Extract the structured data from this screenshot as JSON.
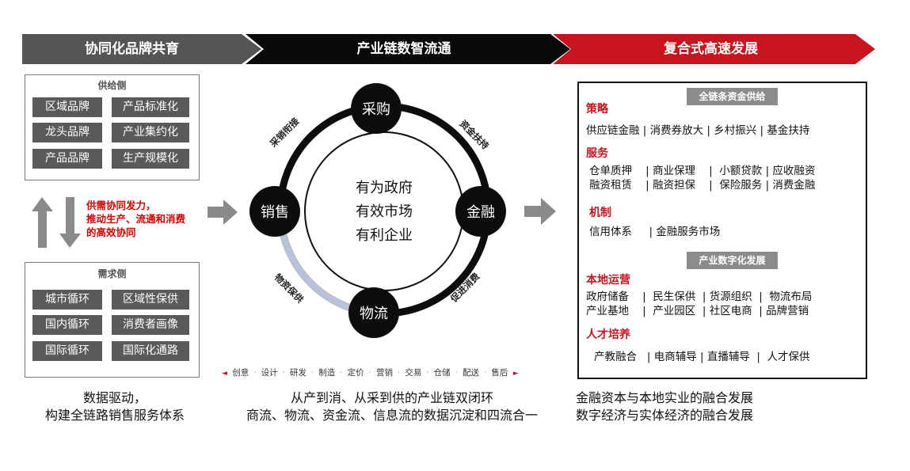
{
  "banners": [
    "协同化品牌共育",
    "产业链数智流通",
    "复合式高速发展"
  ],
  "supply": {
    "title": "供给侧",
    "items": [
      "区域品牌",
      "产品标准化",
      "龙头品牌",
      "产业集约化",
      "产品品牌",
      "生产规模化"
    ]
  },
  "demand": {
    "title": "需求侧",
    "items": [
      "城市循环",
      "区域性保供",
      "国内循环",
      "消费者画像",
      "国际循环",
      "国际化通路"
    ]
  },
  "middle_text": [
    "供需协同发力，",
    "推动生产、流通和消费",
    "的高效协同"
  ],
  "cycle": {
    "nodes": [
      "采购",
      "金融",
      "物流",
      "销售"
    ],
    "center": [
      "有为政府",
      "有效市场",
      "有利企业"
    ],
    "arc_labels": [
      "采销衔接",
      "资金扶持",
      "促进消费",
      "物资保供"
    ]
  },
  "process": [
    "创意",
    "设计",
    "研发",
    "制造",
    "定价",
    "营销",
    "交易",
    "仓储",
    "配送",
    "售后"
  ],
  "right": {
    "head1": "全链条资金供给",
    "sec_strategy": "策略",
    "strategy_line": "供应链金融 | 消费券放大 | 乡村振兴 | 基金扶持",
    "sec_service": "服务",
    "service_line1": "仓单质押    | 商业保理    |  小额贷款 | 应收融资",
    "service_line2": "融资租赁    | 融资担保    |  保险服务 | 消费金融",
    "sec_mechanism": "机制",
    "mechanism_line": "信用体系     | 金融服务市场",
    "head2": "产业数字化发展",
    "sec_local": "本地运营",
    "local_line1": "政府储备    |  民生保供  | 货源组织  |  物流布局",
    "local_line2": "产业基地    |  产业园区  | 社区电商  | 品牌营销",
    "sec_talent": "人才培养",
    "talent_line": "产教融合   | 电商辅导 | 直播辅导  |  人才保供"
  },
  "captions": {
    "left": [
      "数据驱动，",
      "构建全链路销售服务体系"
    ],
    "middle": [
      "从产到消、从采到供的产业链双闭环",
      "商流、物流、资金流、信息流的数据沉淀和四流合一"
    ],
    "right": [
      "金融资本与本地实业的融合发展",
      "数字经济与实体经济的融合发展"
    ]
  },
  "colors": {
    "grey_banner": "#555555",
    "black_banner": "#0a0a0a",
    "red_banner": "#c8141e",
    "arc_light": "#b9c3d8"
  }
}
